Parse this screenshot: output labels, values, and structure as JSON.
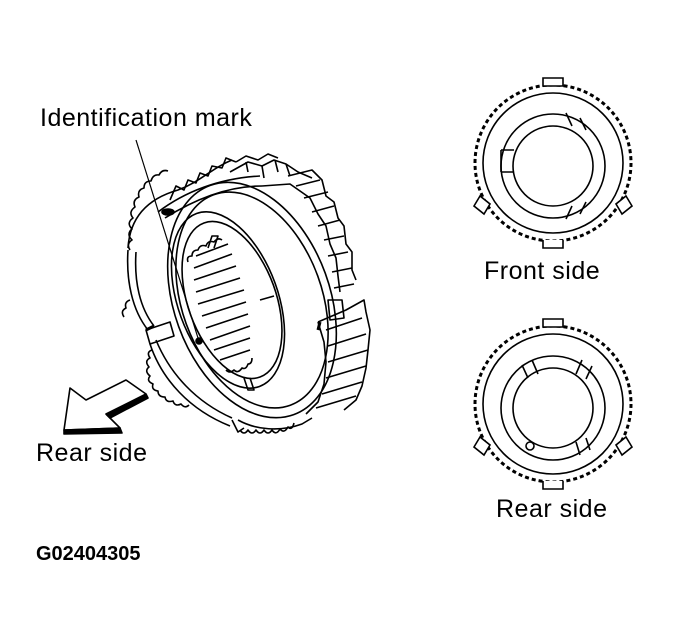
{
  "diagram": {
    "labels": {
      "identification_mark": "Identification mark",
      "rear_side_arrow": "Rear side",
      "front_side_view": "Front side",
      "rear_side_view": "Rear side"
    },
    "figure_code": "G02404305",
    "components": [
      {
        "name": "synchronizer-hub-sleeve-isometric",
        "description": "Isometric gear assembly with identification mark dot"
      },
      {
        "name": "front-side-view",
        "description": "Face view of ring from front side"
      },
      {
        "name": "rear-side-view",
        "description": "Face view of ring from rear side with identification mark"
      }
    ],
    "colors": {
      "line": "#000000",
      "background": "#ffffff"
    }
  }
}
